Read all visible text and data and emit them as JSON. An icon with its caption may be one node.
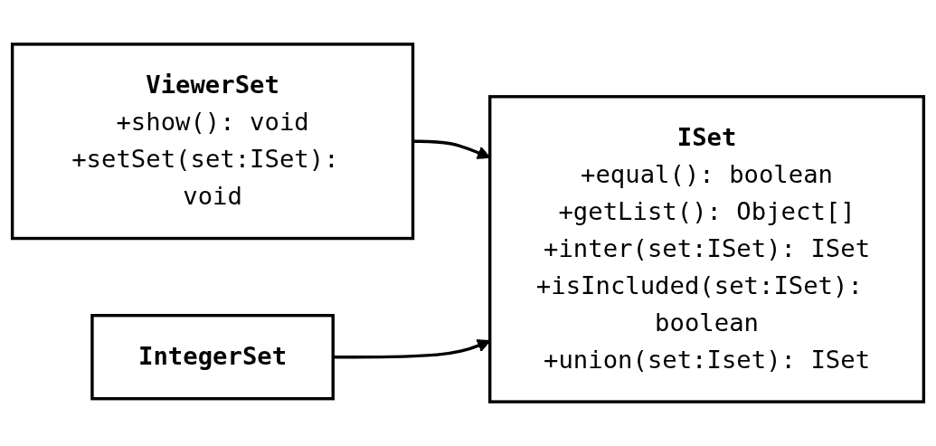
{
  "diagram": {
    "nodes": [
      {
        "text": [
          "ViewerSet",
          "+show(): void",
          "+setSet(set:ISet): void"
        ]
      },
      {
        "text": [
          "ISet",
          "+equal(): boolean",
          "+getList(): Object[]",
          "+inter(set:ISet): ISet",
          "+isIncluded(set:ISet): boolean",
          "+union(set:Iset): ISet"
        ]
      },
      {
        "text": [
          "IntegerSet"
        ]
      }
    ],
    "edges": [
      {
        "from": 0,
        "to": 1,
        "arrow": "to"
      },
      {
        "from": 2,
        "to": 1,
        "arrow": "to"
      }
    ]
  }
}
